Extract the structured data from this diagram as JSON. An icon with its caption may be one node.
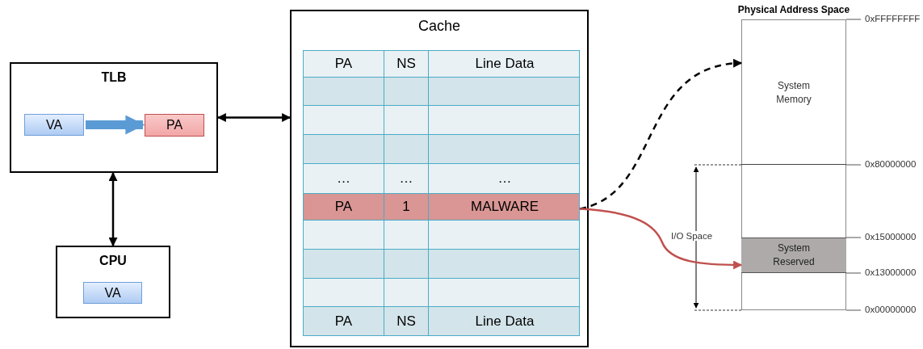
{
  "diagram": {
    "nodes": [
      {
        "text": [
          "TLB"
        ]
      },
      {
        "text": [
          "VA"
        ],
        "in": 0
      },
      {
        "text": [
          "PA"
        ],
        "in": 0
      },
      {
        "text": [
          "CPU"
        ]
      },
      {
        "text": [
          "VA"
        ],
        "in": 3
      },
      {
        "text": [
          "Cache"
        ]
      },
      {
        "text": [
          "PA",
          "1",
          "MALWARE"
        ],
        "in": 5
      },
      {
        "text": [
          "Physical Address Space"
        ]
      },
      {
        "text": [
          "System Memory"
        ],
        "in": 7
      },
      {
        "text": [
          "System Reserved"
        ],
        "in": 7
      }
    ],
    "edges": [
      {
        "from": 0,
        "to": 5,
        "arrow": "both"
      },
      {
        "from": 0,
        "to": 3,
        "arrow": "both"
      },
      {
        "from": 1,
        "to": 2,
        "arrow": "to",
        "style": "thick",
        "color": "#5b9bd5"
      },
      {
        "from": 6,
        "to": 8,
        "arrow": "to",
        "style": "dashed"
      },
      {
        "from": 6,
        "to": 9,
        "arrow": "to",
        "color": "#c0504d"
      }
    ],
    "labels": [
      "PA",
      "NS",
      "Line Data",
      "…",
      "…",
      "…",
      "PA",
      "NS",
      "Line Data",
      "I/O Space",
      "0xFFFFFFFF",
      "0x80000000",
      "0x15000000",
      "0x13000000",
      "0x00000000"
    ]
  }
}
